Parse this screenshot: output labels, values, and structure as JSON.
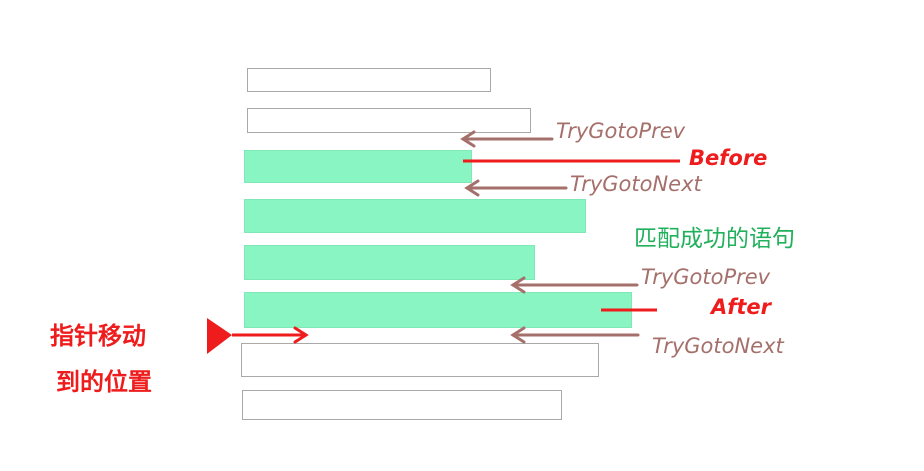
{
  "labels": {
    "before_prev": "TryGotoPrev",
    "before": "Before",
    "before_next": "TryGotoNext",
    "matched_statements": "匹配成功的语句",
    "after_prev": "TryGotoPrev",
    "after": "After",
    "after_next": "TryGotoNext",
    "pointer_line1": "指针移动",
    "pointer_line2": "到的位置"
  },
  "colors": {
    "match_fill": "#88f5c3",
    "empty_border": "#a9a9a9",
    "arrow_brown": "#a5706b",
    "accent_red": "#ee1c1c",
    "label_green": "#21b05b"
  }
}
